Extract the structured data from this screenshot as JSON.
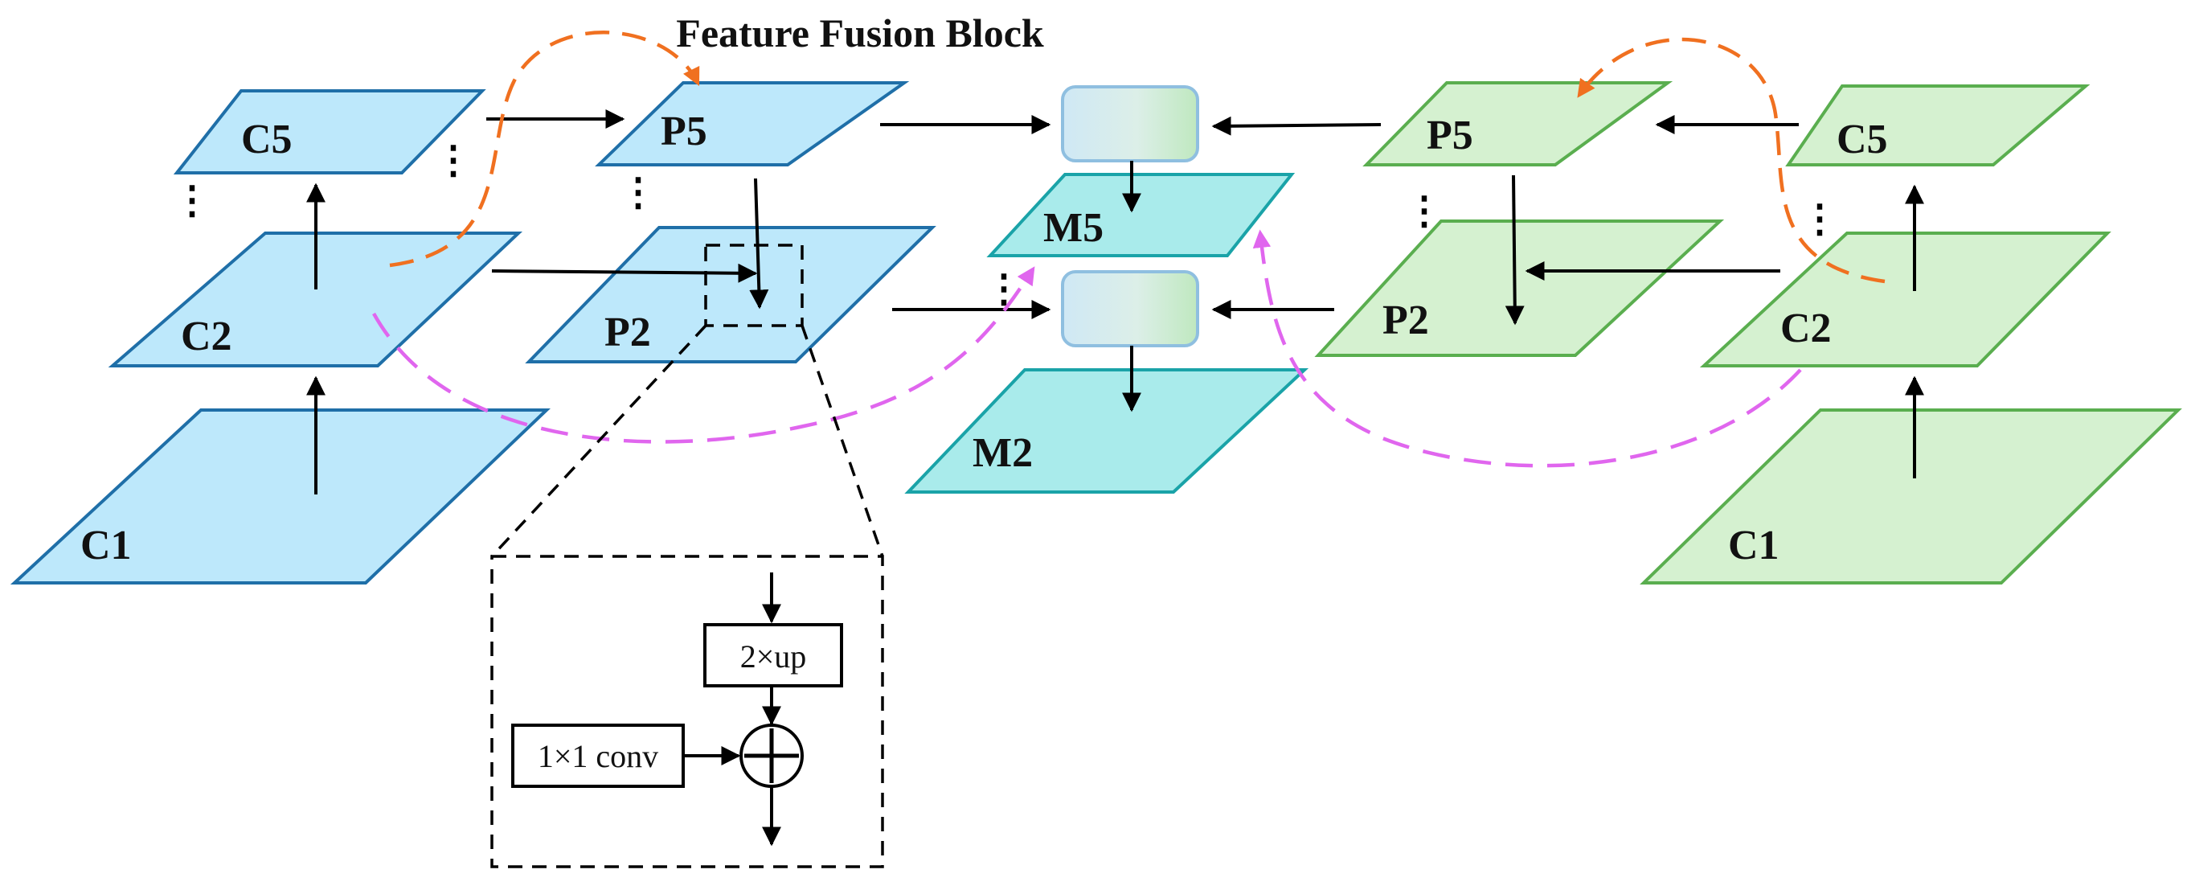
{
  "title": "Feature Fusion Block",
  "left": {
    "c5": "C5",
    "c2": "C2",
    "c1": "C1",
    "p5": "P5",
    "p2": "P2"
  },
  "middle": {
    "m5": "M5",
    "m2": "M2"
  },
  "right": {
    "c5": "C5",
    "c2": "C2",
    "c1": "C1",
    "p5": "P5",
    "p2": "P2"
  },
  "detail": {
    "up": "2×up",
    "conv": "1×1 conv"
  },
  "colors": {
    "left_fill": "#bde8fb",
    "left_stroke": "#1f6fa8",
    "right_fill": "#d5f1d0",
    "right_stroke": "#5aae4f",
    "fused_fill": "#a9ebeb",
    "fused_stroke": "#1aa3a8",
    "orange_link": "#f07020",
    "pink_link": "#e066ee"
  }
}
